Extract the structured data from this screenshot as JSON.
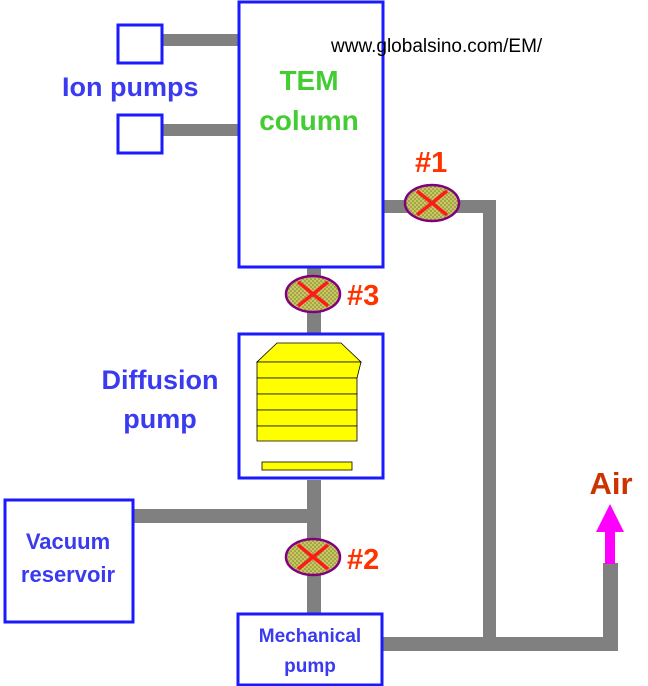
{
  "watermark": "www.globalsino.com/EM/",
  "labels": {
    "ion_pumps": "Ion pumps",
    "tem_line1": "TEM",
    "tem_line2": "column",
    "diffusion_line1": "Diffusion",
    "diffusion_line2": "pump",
    "vacuum_line1": "Vacuum",
    "vacuum_line2": "reservoir",
    "mechanical_line1": "Mechanical",
    "mechanical_line2": "pump",
    "air": "Air"
  },
  "valves": {
    "v1": "#1",
    "v2": "#2",
    "v3": "#3"
  },
  "colors": {
    "box": "#1a1aff",
    "pipe": "#808080",
    "label_blue": "#3a3af0",
    "label_green": "#44cc33",
    "valve_label": "#ff3300",
    "valve_fill": "#c8c860",
    "valve_border": "#800080",
    "valve_cross": "#ff1a1a",
    "air_label": "#cc3300",
    "air_arrow": "#ff00ff",
    "fins": "#ffff00"
  }
}
